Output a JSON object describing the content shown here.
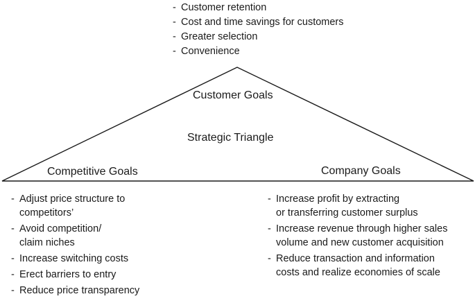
{
  "title": "Strategic Triangle",
  "vertices": {
    "customer": {
      "label": "Customer Goals",
      "items": [
        [
          "Customer retention"
        ],
        [
          "Cost and time savings for customers"
        ],
        [
          "Greater selection"
        ],
        [
          "Convenience"
        ]
      ]
    },
    "competitive": {
      "label": "Competitive Goals",
      "items": [
        [
          "Adjust price structure to",
          "competitors’"
        ],
        [
          "Avoid competition/",
          "claim niches"
        ],
        [
          "Increase switching costs"
        ],
        [
          "Erect barriers to entry"
        ],
        [
          "Reduce price transparency"
        ]
      ]
    },
    "company": {
      "label": "Company Goals",
      "items": [
        [
          "Increase profit by extracting",
          "or transferring customer surplus"
        ],
        [
          "Increase revenue through higher sales",
          "volume and new customer acquisition"
        ],
        [
          "Reduce transaction and information",
          "costs and realize economies of scale"
        ]
      ]
    }
  }
}
